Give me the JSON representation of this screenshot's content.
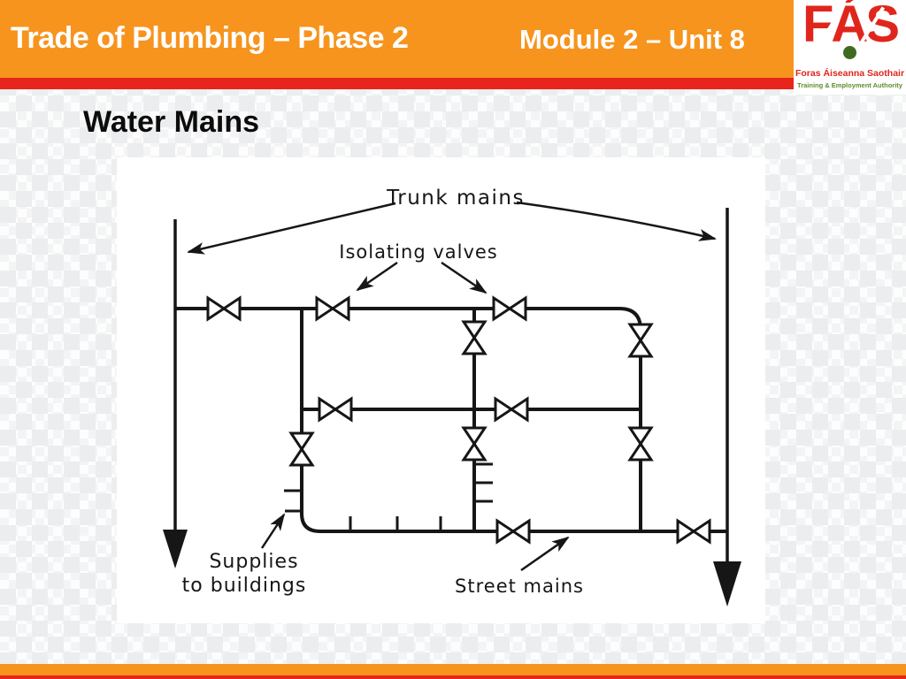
{
  "header": {
    "title": "Trade of Plumbing – Phase 2",
    "module": "Module 2 – Unit 8"
  },
  "logo": {
    "acronym": "FÁS",
    "name": "Foras Áiseanna Saothair",
    "tagline": "Training & Employment Authority"
  },
  "slide": {
    "heading": "Water Mains"
  },
  "diagram": {
    "labels": {
      "trunk_mains": "Trunk mains",
      "isolating_valves": "Isolating valves",
      "supplies_line1": "Supplies",
      "supplies_line2": "to buildings",
      "street_mains": "Street mains"
    }
  },
  "colors": {
    "header_orange": "#F7941D",
    "divider_red": "#E8251C",
    "logo_red": "#E0261C",
    "logo_green": "#5F8C28",
    "diagram_ink": "#161616"
  }
}
